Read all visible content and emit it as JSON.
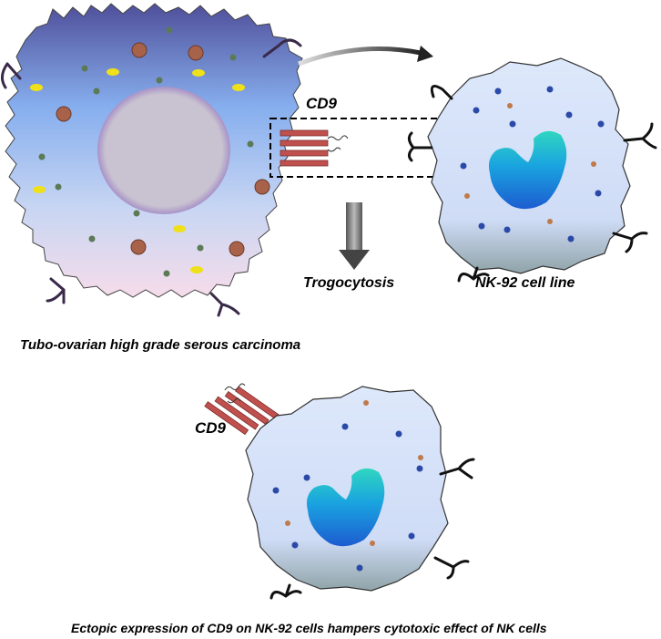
{
  "labels": {
    "cd9_top": "CD9",
    "trogocytosis": "Trogocytosis",
    "nk92_line": "NK-92 cell line",
    "tumor": "Tubo-ovarian high grade serous carcinoma",
    "cd9_bottom": "CD9",
    "caption": "Ectopic expression of CD9 on NK-92 cells hampers cytotoxic effect of NK cells"
  },
  "colors": {
    "tumor_top": "#5a5fa8",
    "tumor_mid": "#8db4ef",
    "tumor_bottom": "#f4dbe9",
    "nucleus": "#c9c3d1",
    "nk_cell": "#dbe6fa",
    "nk_nucleus": "#1a8fe0",
    "cd9_stripe": "#c0504d"
  }
}
